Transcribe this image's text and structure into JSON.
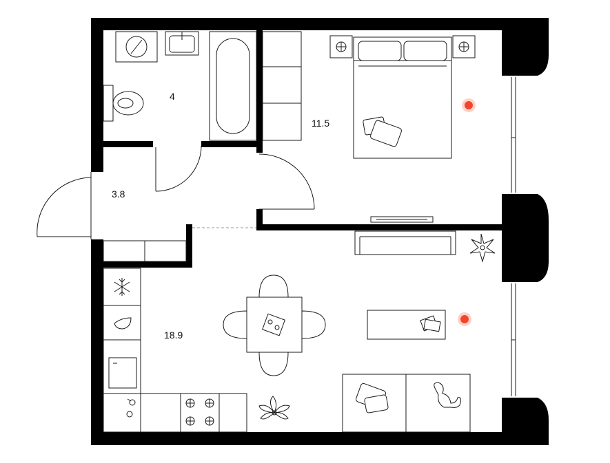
{
  "floorplan": {
    "rooms": [
      {
        "id": "bathroom",
        "label": "4"
      },
      {
        "id": "bedroom",
        "label": "11.5"
      },
      {
        "id": "hallway",
        "label": "3.8"
      },
      {
        "id": "kitchen-living",
        "label": "18.9"
      }
    ],
    "markers": [
      {
        "id": "bedroom-marker"
      },
      {
        "id": "living-marker"
      }
    ],
    "colors": {
      "wall": "#000000",
      "line": "#1a1a1a",
      "marker": "#f2452b",
      "marker_halo": "#fbd3cb",
      "background": "#ffffff"
    }
  }
}
